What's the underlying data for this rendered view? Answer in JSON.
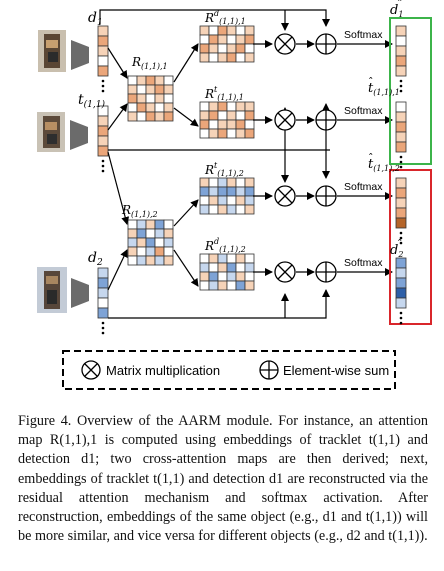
{
  "labels": {
    "d1": "d",
    "d1_sub": "1",
    "t11": "t",
    "t11_sub": "(1,1)",
    "d2": "d",
    "d2_sub": "2",
    "R11_1": "R",
    "R11_1_sub": "(1,1),1",
    "R11_2": "R",
    "R11_2_sub": "(1,1),2",
    "Rd_1": "R",
    "Rd_1_sup": "d",
    "Rd_1_sub": "(1,1),1",
    "Rt_1": "R",
    "Rt_1_sup": "t",
    "Rt_1_sub": "(1,1),1",
    "Rt_2": "R",
    "Rt_2_sup": "t",
    "Rt_2_sub": "(1,1),2",
    "Rd_2": "R",
    "Rd_2_sup": "d",
    "Rd_2_sub": "(1,1),2",
    "out_d1": "d",
    "out_d1_sub": "1",
    "out_t11_1": "t",
    "out_t11_1_sub": "(1,1),1",
    "out_t11_2": "t",
    "out_t11_2_sub": "(1,1),2",
    "out_d2": "d",
    "out_d2_sub": "2",
    "softmax": "Softmax"
  },
  "legend": {
    "matmul": "Matrix multiplication",
    "sum": "Element-wise sum"
  },
  "caption": "Figure 4. Overview of the AARM module. For instance, an attention map R(1,1),1 is computed using embeddings of tracklet t(1,1) and detection d1; two cross-attention maps are then derived; next, embeddings of tracklet t(1,1) and detection d1 are reconstructed via the residual attention mechanism and softmax activation. After reconstruction, embeddings of the same object (e.g., d1 and t(1,1)) will be more similar, and vice versa for different objects (e.g., d2 and t(1,1)).",
  "colors": {
    "orange_light": "#f6d3b8",
    "orange_mid": "#eba67a",
    "blue_light": "#c6d7ee",
    "blue_mid": "#7ea3d6",
    "blue_dark": "#2d5fa8",
    "green_box": "#3cb44a",
    "red_box": "#d9262b",
    "brown": "#b5652a"
  }
}
